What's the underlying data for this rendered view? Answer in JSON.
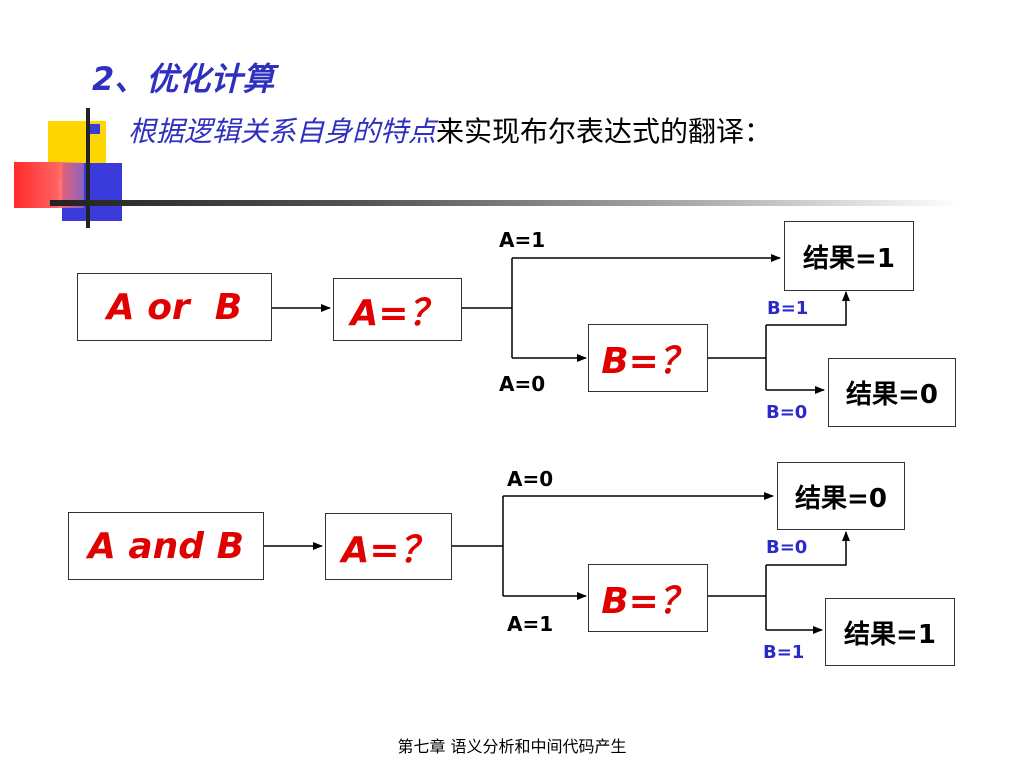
{
  "title": "2、优化计算",
  "subtitle": {
    "emphasis": "根据逻辑关系自身的特点",
    "rest": "来实现布尔表达式的翻译："
  },
  "diagram1": {
    "expr": "A or  B",
    "test_a": "A=？",
    "label_a_true": "A=1",
    "label_a_false": "A=0",
    "test_b": "B=？",
    "label_b_true": "B=1",
    "label_b_false": "B=0",
    "result_a": "结果=1",
    "result_b": "结果=0"
  },
  "diagram2": {
    "expr": "A and B",
    "test_a": "A=？",
    "label_a_top": "A=0",
    "label_a_bottom": "A=1",
    "test_b": "B=？",
    "label_b_top": "B=0",
    "label_b_bottom": "B=1",
    "result_a": "结果=0",
    "result_b": "结果=1"
  },
  "footer": "第七章 语义分析和中间代码产生",
  "colors": {
    "accent_blue": "#3030c0",
    "expr_red": "#e00000",
    "deco_yellow": "#ffd700",
    "deco_blue": "#3b3bdc",
    "deco_red": "#ff2a2a"
  }
}
